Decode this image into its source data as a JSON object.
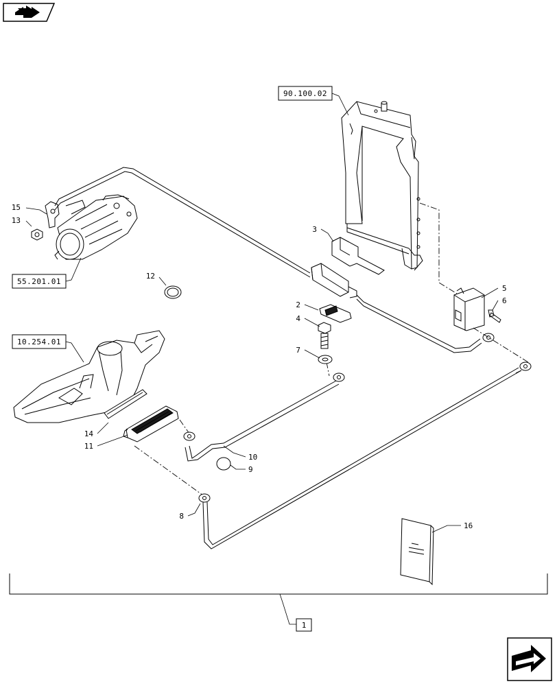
{
  "references": {
    "ref_90_100_02": "90.100.02",
    "ref_55_201_01": "55.201.01",
    "ref_10_254_01": "10.254.01"
  },
  "callouts": {
    "c1": "1",
    "c2": "2",
    "c3": "3",
    "c4": "4",
    "c5": "5",
    "c6": "6",
    "c7": "7",
    "c8": "8",
    "c9": "9",
    "c10": "10",
    "c11": "11",
    "c12": "12",
    "c13": "13",
    "c14": "14",
    "c15": "15",
    "c16": "16"
  },
  "icons": {
    "top_left": "previous-page-arrow-icon",
    "bottom_right": "next-page-arrow-icon"
  }
}
